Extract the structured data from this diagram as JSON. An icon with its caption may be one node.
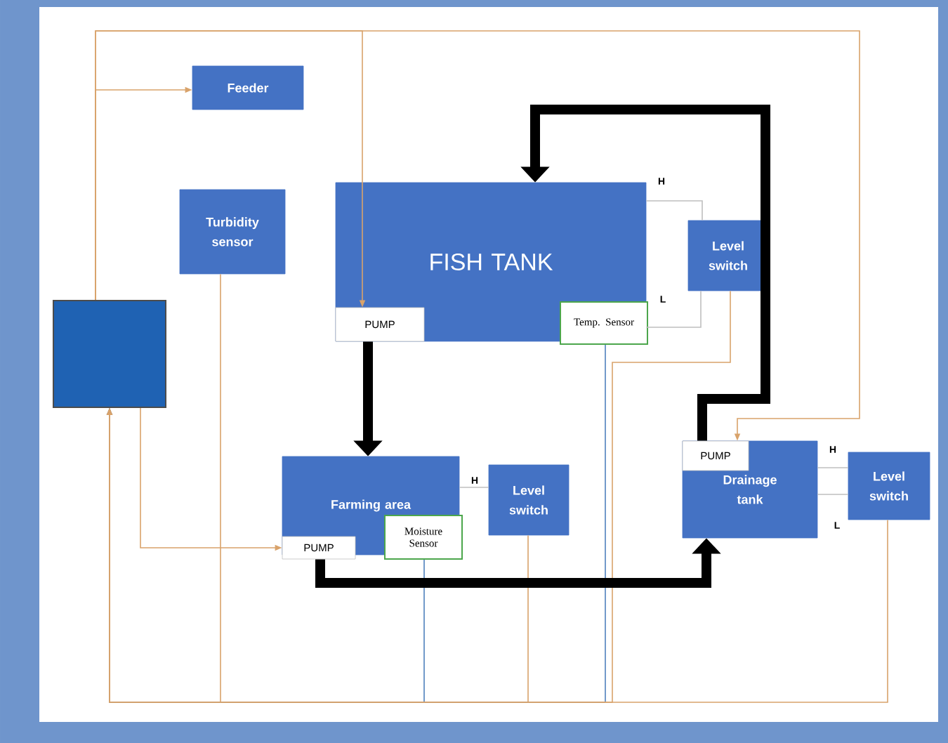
{
  "diagram": {
    "nodes": [
      {
        "text": [],
        "shape": "box"
      },
      {
        "text": [
          "Feeder"
        ]
      },
      {
        "text": [
          "Turbidity sensor"
        ]
      },
      {
        "text": [
          "FISH TANK"
        ]
      },
      {
        "text": [
          "PUMP"
        ],
        "in": 3
      },
      {
        "text": [
          "Temp. Sensor"
        ],
        "in": 3
      },
      {
        "text": [
          "Level switch"
        ]
      },
      {
        "text": [
          "Farming area"
        ]
      },
      {
        "text": [
          "PUMP"
        ],
        "in": 7
      },
      {
        "text": [
          "Moisture Sensor"
        ],
        "in": 7
      },
      {
        "text": [
          "Level switch"
        ]
      },
      {
        "text": [
          "Drainage tank"
        ]
      },
      {
        "text": [
          "PUMP"
        ],
        "in": 11
      },
      {
        "text": [
          "Level switch"
        ]
      }
    ],
    "edges": [
      {
        "from": 2,
        "to": 0,
        "arrow": "to"
      },
      {
        "from": 9,
        "to": 0,
        "arrow": "to",
        "color": "#4f81bd"
      },
      {
        "from": 10,
        "to": 0,
        "arrow": "to"
      },
      {
        "from": 5,
        "to": 0,
        "arrow": "to",
        "color": "#4f81bd"
      },
      {
        "from": 6,
        "to": 0,
        "arrow": "to"
      },
      {
        "from": 13,
        "to": 0,
        "arrow": "to"
      },
      {
        "from": 0,
        "to": 1,
        "arrow": "to"
      },
      {
        "from": 0,
        "to": 4,
        "arrow": "to"
      },
      {
        "from": 0,
        "to": 12,
        "arrow": "to"
      },
      {
        "from": 0,
        "to": 8,
        "arrow": "to"
      },
      {
        "from": 3,
        "to": 6,
        "arrow": "none",
        "color": "#bfbfbf"
      },
      {
        "from": 3,
        "to": 6,
        "arrow": "none",
        "color": "#bfbfbf"
      },
      {
        "from": 7,
        "to": 10,
        "arrow": "none",
        "color": "#bfbfbf"
      },
      {
        "from": 11,
        "to": 13,
        "arrow": "none",
        "color": "#bfbfbf"
      },
      {
        "from": 11,
        "to": 13,
        "arrow": "none",
        "color": "#bfbfbf"
      },
      {
        "from": 4,
        "to": 7,
        "arrow": "to",
        "style": "thick",
        "color": "#000000"
      },
      {
        "from": 8,
        "to": 11,
        "arrow": "to",
        "style": "thick",
        "color": "#000000"
      },
      {
        "from": 12,
        "to": 3,
        "arrow": "to",
        "style": "thick",
        "color": "#000000"
      }
    ],
    "labels": [
      "H",
      "L",
      "H",
      "H",
      "L"
    ]
  }
}
